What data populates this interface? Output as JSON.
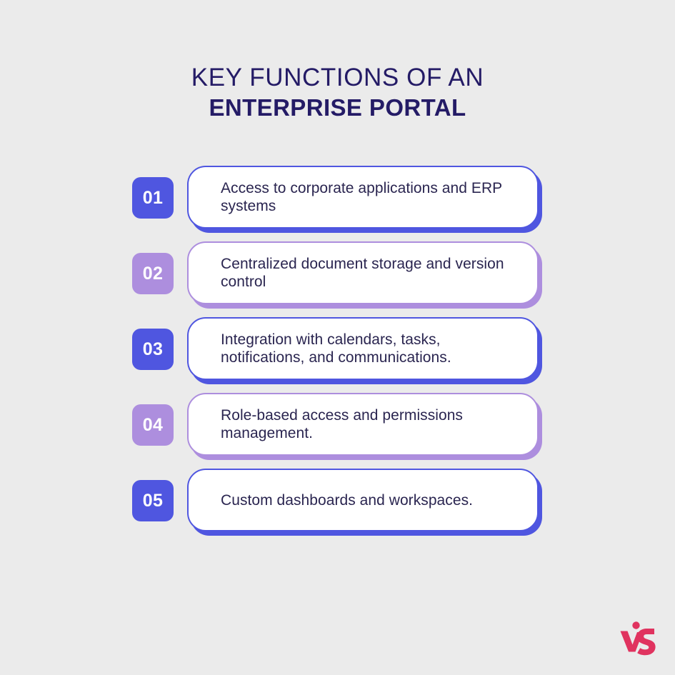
{
  "background_color": "#ebebeb",
  "title": {
    "line1": "KEY FUNCTIONS OF AN",
    "line2": "ENTERPRISE PORTAL",
    "color": "#241b66"
  },
  "colors": {
    "accent_blue": "#4f56e0",
    "accent_purple": "#ad8ede",
    "body_text": "#2a2550",
    "card_background": "#ffffff",
    "logo_pink": "#e0335f"
  },
  "items": [
    {
      "number": "01",
      "text": "Access to corporate applications and ERP systems",
      "accent": "blue"
    },
    {
      "number": "02",
      "text": "Centralized document storage and version control",
      "accent": "purple"
    },
    {
      "number": "03",
      "text": "Integration with calendars, tasks, notifications, and communications.",
      "accent": "blue"
    },
    {
      "number": "04",
      "text": "Role-based access and permissions management.",
      "accent": "purple"
    },
    {
      "number": "05",
      "text": "Custom dashboards and workspaces.",
      "accent": "blue"
    }
  ],
  "logo": {
    "icon": "vs-monogram-logo",
    "color": "#e0335f"
  }
}
